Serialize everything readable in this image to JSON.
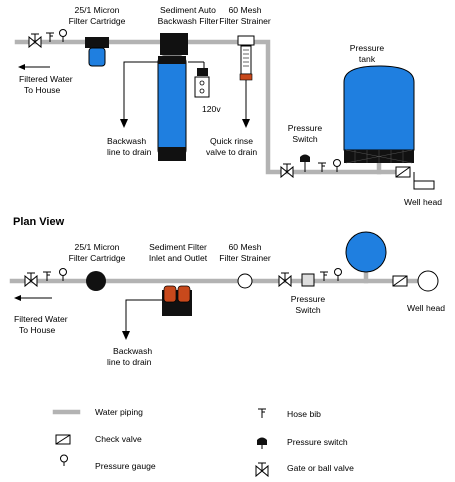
{
  "colors": {
    "pipe": "#b3b3b3",
    "tank_blue": "#1f7fe0",
    "dark": "#111111",
    "fitting_orange": "#c8491c"
  },
  "elevation": {
    "cartridge_label": [
      "25/1 Micron",
      "Filter Cartridge"
    ],
    "sediment_label": [
      "Sediment Auto",
      "Backwash Filter"
    ],
    "strainer_label": [
      "60 Mesh",
      "Filter Strainer"
    ],
    "tank_label": [
      "Pressure",
      "tank"
    ],
    "filtered_water_label": [
      "Filtered Water",
      "To House"
    ],
    "backwash_label": [
      "Backwash",
      "line to drain"
    ],
    "power_label": "120v",
    "quick_rinse_label": [
      "Quick rinse",
      "valve to drain"
    ],
    "pressure_switch_label": [
      "Pressure",
      "Switch"
    ],
    "well_head_label": "Well head"
  },
  "plan": {
    "title": "Plan View",
    "cartridge_label": [
      "25/1 Micron",
      "Filter Cartridge"
    ],
    "sediment_label": [
      "Sediment Filter",
      "Inlet and Outlet"
    ],
    "strainer_label": [
      "60 Mesh",
      "Filter Strainer"
    ],
    "filtered_water_label": [
      "Filtered Water",
      "To House"
    ],
    "backwash_label": [
      "Backwash",
      "line to drain"
    ],
    "pressure_switch_label": [
      "Pressure",
      "Switch"
    ],
    "well_head_label": "Well head"
  },
  "legend": {
    "water_piping": "Water piping",
    "check_valve": "Check valve",
    "pressure_gauge": "Pressure gauge",
    "hose_bib": "Hose bib",
    "pressure_switch": "Pressure switch",
    "gate_valve": "Gate or ball valve"
  }
}
